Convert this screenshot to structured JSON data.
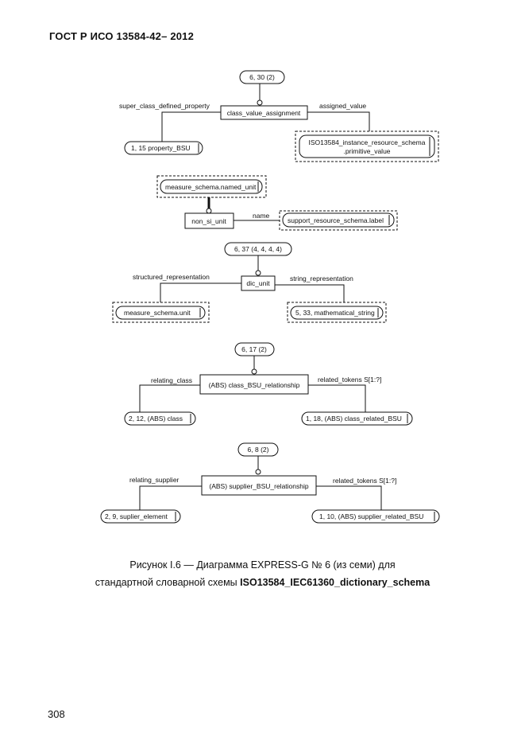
{
  "header": {
    "title": "ГОСТ Р ИСО 13584-42– 2012"
  },
  "page": {
    "number": "308"
  },
  "caption": {
    "line1": "Рисунок I.6 — Диаграмма EXPRESS-G № 6 (из семи) для",
    "line2_prefix": "стандартной словарной схемы ",
    "line2_bold": "ISO13584_IEC61360_dictionary_schema"
  },
  "diagram": {
    "d1": {
      "page_ref": "6, 30 (2)",
      "entity": "class_value_assignment",
      "left_attr": "super_class_defined_property",
      "right_attr": "assigned_value",
      "left_ref": "1, 15 property_BSU",
      "right_type_line1": "ISO13584_instance_resource_schema",
      "right_type_line2": ".primitive_value"
    },
    "d2": {
      "super_type": "measure_schema.named_unit",
      "entity": "non_si_unit",
      "attr": "name",
      "type": "support_resource_schema.label"
    },
    "d3": {
      "page_ref": "6, 37 (4, 4, 4, 4)",
      "entity": "dic_unit",
      "left_attr": "structured_representation",
      "right_attr": "string_representation",
      "left_type": "measure_schema.unit",
      "right_type": "5, 33, mathematical_string"
    },
    "d4": {
      "page_ref": "6, 17 (2)",
      "entity": "(ABS) class_BSU_relationship",
      "left_attr": "relating_class",
      "right_attr": "related_tokens S[1:?]",
      "left_ref": "2, 12, (ABS) class",
      "right_ref": "1, 18, (ABS) class_related_BSU"
    },
    "d5": {
      "page_ref": "6, 8 (2)",
      "entity": "(ABS) supplier_BSU_relationship",
      "left_attr": "relating_supplier",
      "right_attr": "related_tokens S[1:?]",
      "left_ref": "2, 9, suplier_element",
      "right_ref": "1, 10, (ABS) supplier_related_BSU"
    }
  }
}
